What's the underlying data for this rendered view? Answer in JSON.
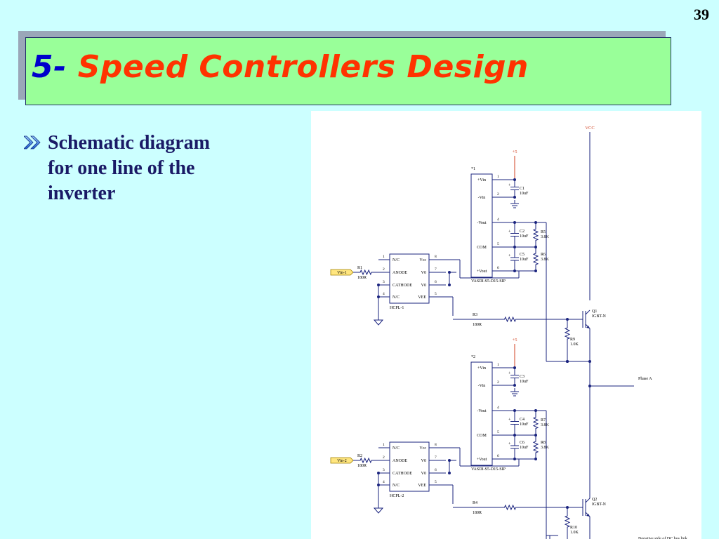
{
  "page_number": "39",
  "title": {
    "number": "5-",
    "text": "Speed Controllers Design"
  },
  "bullet": {
    "lines": [
      "Schematic diagram",
      "for one line of  the",
      "inverter"
    ]
  },
  "schematic": {
    "vcc": "VCC",
    "phase_label": "Phase A",
    "negative_label": "Negative side of DC bus link",
    "channels": [
      {
        "supply": "+5",
        "module_ref": "*1",
        "module_name": "VASDI-S5-D15-SIP",
        "module_pins": [
          "+Vin",
          "-Vin",
          "-Vout",
          "COM",
          "+Vout"
        ],
        "module_pin_nums": [
          "1",
          "2",
          "4",
          "5",
          "6"
        ],
        "cap_in": {
          "ref": "C1",
          "val": "10uF"
        },
        "cap_a": {
          "ref": "C2",
          "val": "10uF"
        },
        "cap_b": {
          "ref": "C5",
          "val": "10uF"
        },
        "res_a": {
          "ref": "R5",
          "val": "3.8K"
        },
        "res_b": {
          "ref": "R6",
          "val": "3.8K"
        },
        "input": "Vin-1",
        "res_in": {
          "ref": "R1",
          "val": "180R"
        },
        "opto_name": "HCPL-1",
        "opto_pins_left": [
          "N/C",
          "ANODE",
          "CATHODE",
          "N/C"
        ],
        "opto_pins_right": [
          "Vcc",
          "V0",
          "V0",
          "VEE"
        ],
        "opto_nums_left": [
          "1",
          "2",
          "3",
          "4"
        ],
        "opto_nums_right": [
          "8",
          "7",
          "6",
          "5"
        ],
        "res_gate": {
          "ref": "R3",
          "val": "180R"
        },
        "res_ge": {
          "ref": "R9",
          "val": "1.0K"
        },
        "igbt": {
          "ref": "Q1",
          "val": "IGBT-N"
        }
      },
      {
        "supply": "+5",
        "module_ref": "*2",
        "module_name": "VASDI-S5-D15-SIP",
        "module_pins": [
          "+Vin",
          "-Vin",
          "-Vout",
          "COM",
          "+Vout"
        ],
        "module_pin_nums": [
          "1",
          "2",
          "4",
          "5",
          "6"
        ],
        "cap_in": {
          "ref": "C3",
          "val": "10uF"
        },
        "cap_a": {
          "ref": "C4",
          "val": "10uF"
        },
        "cap_b": {
          "ref": "C6",
          "val": "10uF"
        },
        "res_a": {
          "ref": "R7",
          "val": "3.8K"
        },
        "res_b": {
          "ref": "R8",
          "val": "3.8K"
        },
        "input": "Vin-2",
        "res_in": {
          "ref": "R2",
          "val": "180R"
        },
        "opto_name": "HCPL-2",
        "opto_pins_left": [
          "N/C",
          "ANODE",
          "CATHODE",
          "N/C"
        ],
        "opto_pins_right": [
          "Vcc",
          "V0",
          "V0",
          "VEE"
        ],
        "opto_nums_left": [
          "1",
          "2",
          "3",
          "4"
        ],
        "opto_nums_right": [
          "8",
          "7",
          "6",
          "5"
        ],
        "res_gate": {
          "ref": "R4",
          "val": "180R"
        },
        "res_ge": {
          "ref": "R10",
          "val": "1.0K"
        },
        "igbt": {
          "ref": "Q2",
          "val": "IGBT-N"
        }
      }
    ],
    "colors": {
      "wire": "#1a237e",
      "supply": "#d04020",
      "input_tag": "#ffe680"
    }
  }
}
